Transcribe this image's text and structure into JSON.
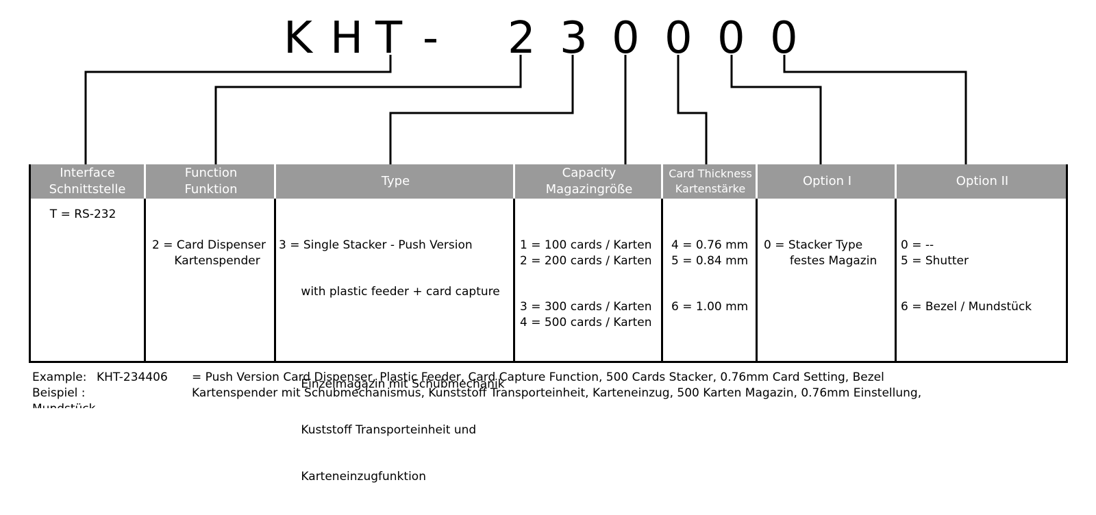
{
  "code": [
    "K",
    "H",
    "T",
    "-",
    "2",
    "3",
    "0",
    "0",
    "0",
    "0"
  ],
  "columns": [
    {
      "header": [
        "Interface",
        "Schnittstelle"
      ],
      "lines": [
        "  T = RS-232"
      ]
    },
    {
      "header": [
        "Function",
        "Funktion"
      ],
      "lines": [
        "2 = Card Dispenser",
        "      Kartenspender"
      ]
    },
    {
      "header": [
        "Type"
      ],
      "lines": [
        "3 = Single Stacker - Push Version",
        "      with plastic feeder + card capture",
        "",
        "      Einzelmagazin mit Schubmechanik",
        "      Kuststoff Transporteinheit und",
        "      Karteneinzugfunktion"
      ]
    },
    {
      "header": [
        "Capacity",
        "Magazingröße"
      ],
      "lines": [
        "1 = 100 cards / Karten",
        "2 = 200 cards / Karten",
        "3 = 300 cards / Karten",
        "4 = 500 cards / Karten"
      ]
    },
    {
      "header": [
        "Card Thickness",
        "Kartenstärke"
      ],
      "lines": [
        "4 = 0.76 mm",
        "5 = 0.84 mm",
        "6 = 1.00 mm"
      ]
    },
    {
      "header": [
        "Option I"
      ],
      "lines": [
        "0 = Stacker Type",
        "       festes Magazin"
      ]
    },
    {
      "header": [
        "Option II"
      ],
      "lines": [
        "0 = --",
        "5 = Shutter",
        "6 = Bezel / Mundstück"
      ]
    }
  ],
  "footer": {
    "example_label": "Example:",
    "example_code": "KHT-234406",
    "example_text": "= Push Version Card Dispenser, Plastic Feeder, Card Capture Function, 500 Cards Stacker, 0.76mm Card Setting, Bezel",
    "beispiel_label": "Beispiel :",
    "beispiel_text": "Kartenspender mit Schubmechanismus, Kunststoff Transporteinheit, Karteneinzug, 500 Karten Magazin, 0.76mm Einstellung,",
    "beispiel_cont": "Mundstück"
  }
}
